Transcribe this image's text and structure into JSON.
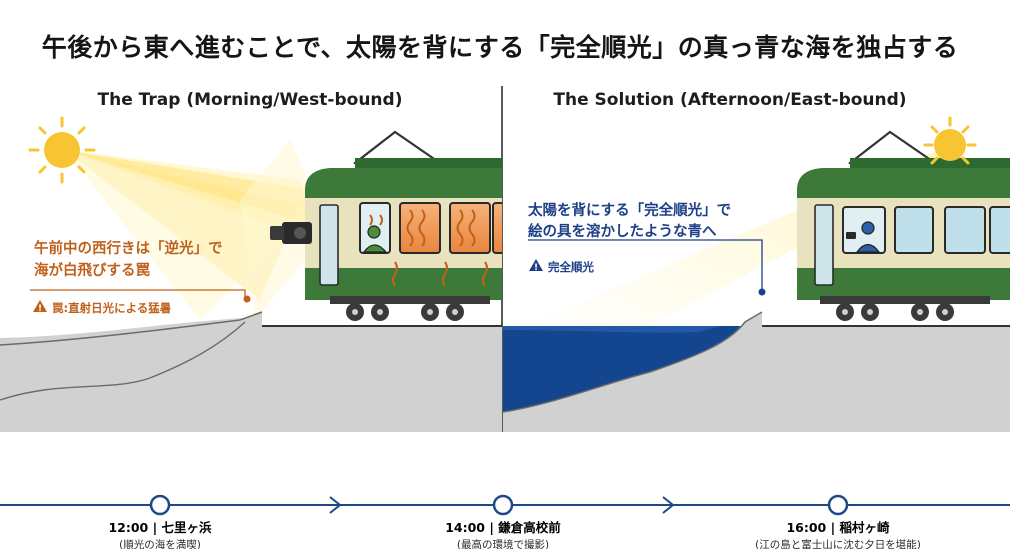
{
  "title": "午後から東へ進むことで、太陽を背にする「完全順光」の真っ青な海を独占する",
  "panels": [
    {
      "heading": "The Trap (Morning/West-bound)",
      "callout_lines": [
        "午前中の西行きは「逆光」で",
        "海が白飛びする罠"
      ],
      "warning": "罠:直射日光による猛暑",
      "accent_color": "#c0611b"
    },
    {
      "heading": "The Solution (Afternoon/East-bound)",
      "callout_lines": [
        "太陽を背にする「完全順光」で",
        "絵の具を溶かしたような青へ"
      ],
      "warning": "完全順光",
      "accent_color": "#1c3f87"
    }
  ],
  "timeline": {
    "stops": [
      {
        "time_place": "12:00 | 七里ヶ浜",
        "note": "(順光の海を満喫)"
      },
      {
        "time_place": "14:00 | 鎌倉高校前",
        "note": "(最高の環境で撮影)"
      },
      {
        "time_place": "16:00 | 稲村ヶ崎",
        "note": "(江の島と富士山に沈む夕日を堪能)"
      }
    ]
  },
  "colors": {
    "train_green": "#3d7a3a",
    "train_cream": "#e8e2bf",
    "sea_blue": "#13468f",
    "ground_gray": "#d1d1d1",
    "sun": "#f7c531",
    "timeline": "#1d4a86"
  }
}
